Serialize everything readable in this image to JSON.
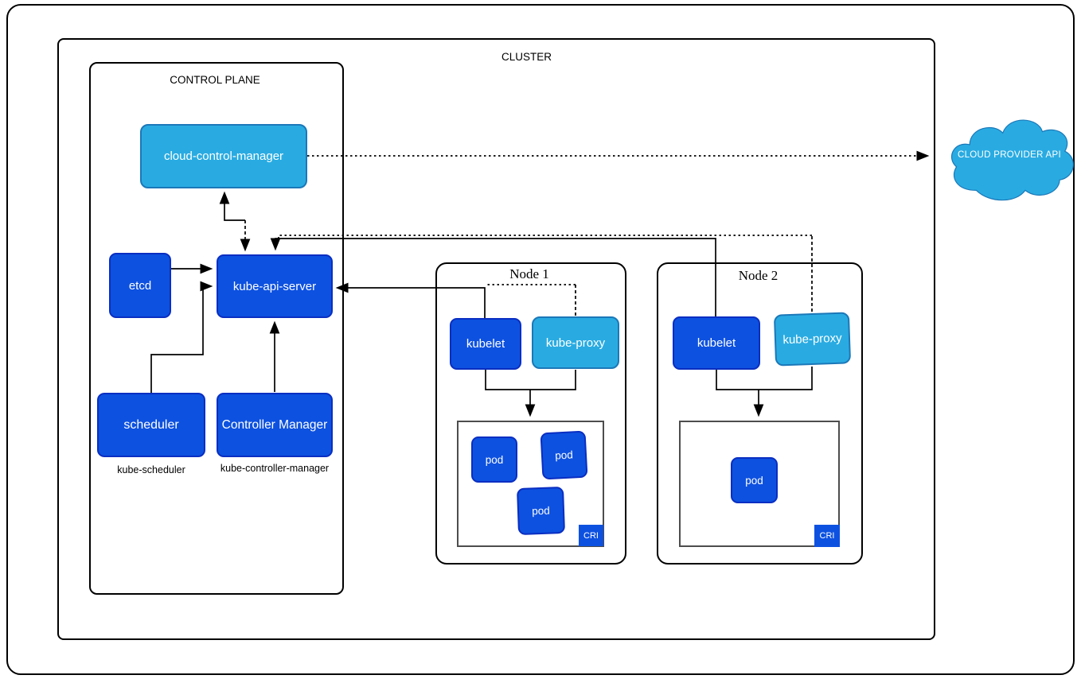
{
  "cluster": {
    "label": "CLUSTER"
  },
  "control_plane": {
    "label": "CONTROL PLANE",
    "cloud_control_manager_label": "cloud-control-manager",
    "etcd_label": "etcd",
    "kube_api_server_label": "kube-api-server",
    "scheduler_label": "scheduler",
    "scheduler_caption": "kube-scheduler",
    "controller_manager_label": "Controller Manager",
    "controller_manager_caption": "kube-controller-manager"
  },
  "nodes": [
    {
      "title": "Node 1",
      "kubelet_label": "kubelet",
      "kube_proxy_label": "kube-proxy",
      "cri_label": "CRI",
      "pods": [
        {
          "label": "pod"
        },
        {
          "label": "pod"
        },
        {
          "label": "pod"
        }
      ]
    },
    {
      "title": "Node 2",
      "kubelet_label": "kubelet",
      "kube_proxy_label": "kube-proxy",
      "cri_label": "CRI",
      "pods": [
        {
          "label": "pod"
        }
      ]
    }
  ],
  "cloud_provider": {
    "label": "CLOUD PROVIDER API"
  },
  "colors": {
    "component_blue": "#0d51e0",
    "component_blue_border": "#0a2ec2",
    "accent_light_blue": "#29abe2",
    "accent_light_blue_border": "#1b78b8",
    "line_color": "#000000",
    "background": "#ffffff"
  }
}
